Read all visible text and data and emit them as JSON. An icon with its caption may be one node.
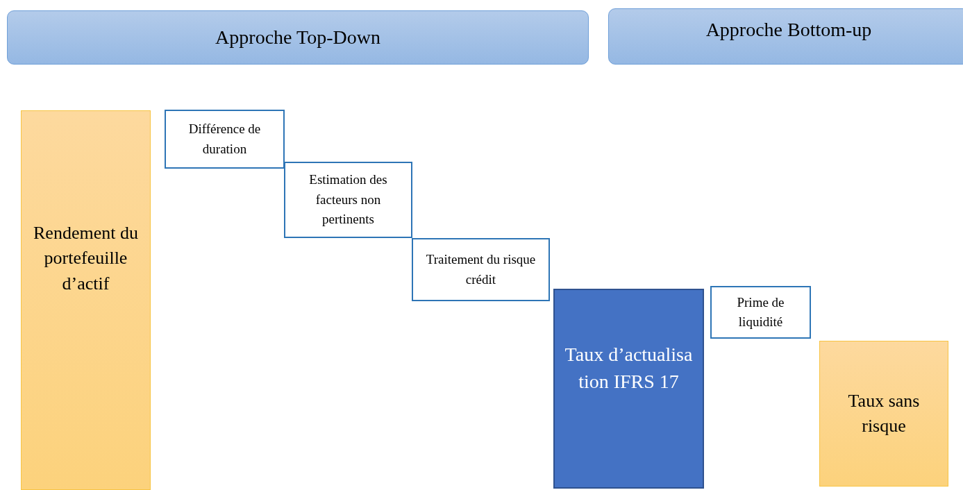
{
  "diagram": {
    "nodes": [
      {
        "text": [
          "Approche Top-Down"
        ]
      },
      {
        "text": [
          "Approche Bottom-up"
        ]
      },
      {
        "text": [
          "Rendement du portefeuille d’actif"
        ]
      },
      {
        "text": [
          "Différence de duration"
        ]
      },
      {
        "text": [
          "Estimation des facteurs non pertinents"
        ]
      },
      {
        "text": [
          "Traitement du risque crédit"
        ]
      },
      {
        "text": [
          "Taux d’actualisation IFRS 17"
        ]
      },
      {
        "text": [
          "Prime de liquidité"
        ]
      },
      {
        "text": [
          "Taux sans risque"
        ]
      }
    ]
  }
}
